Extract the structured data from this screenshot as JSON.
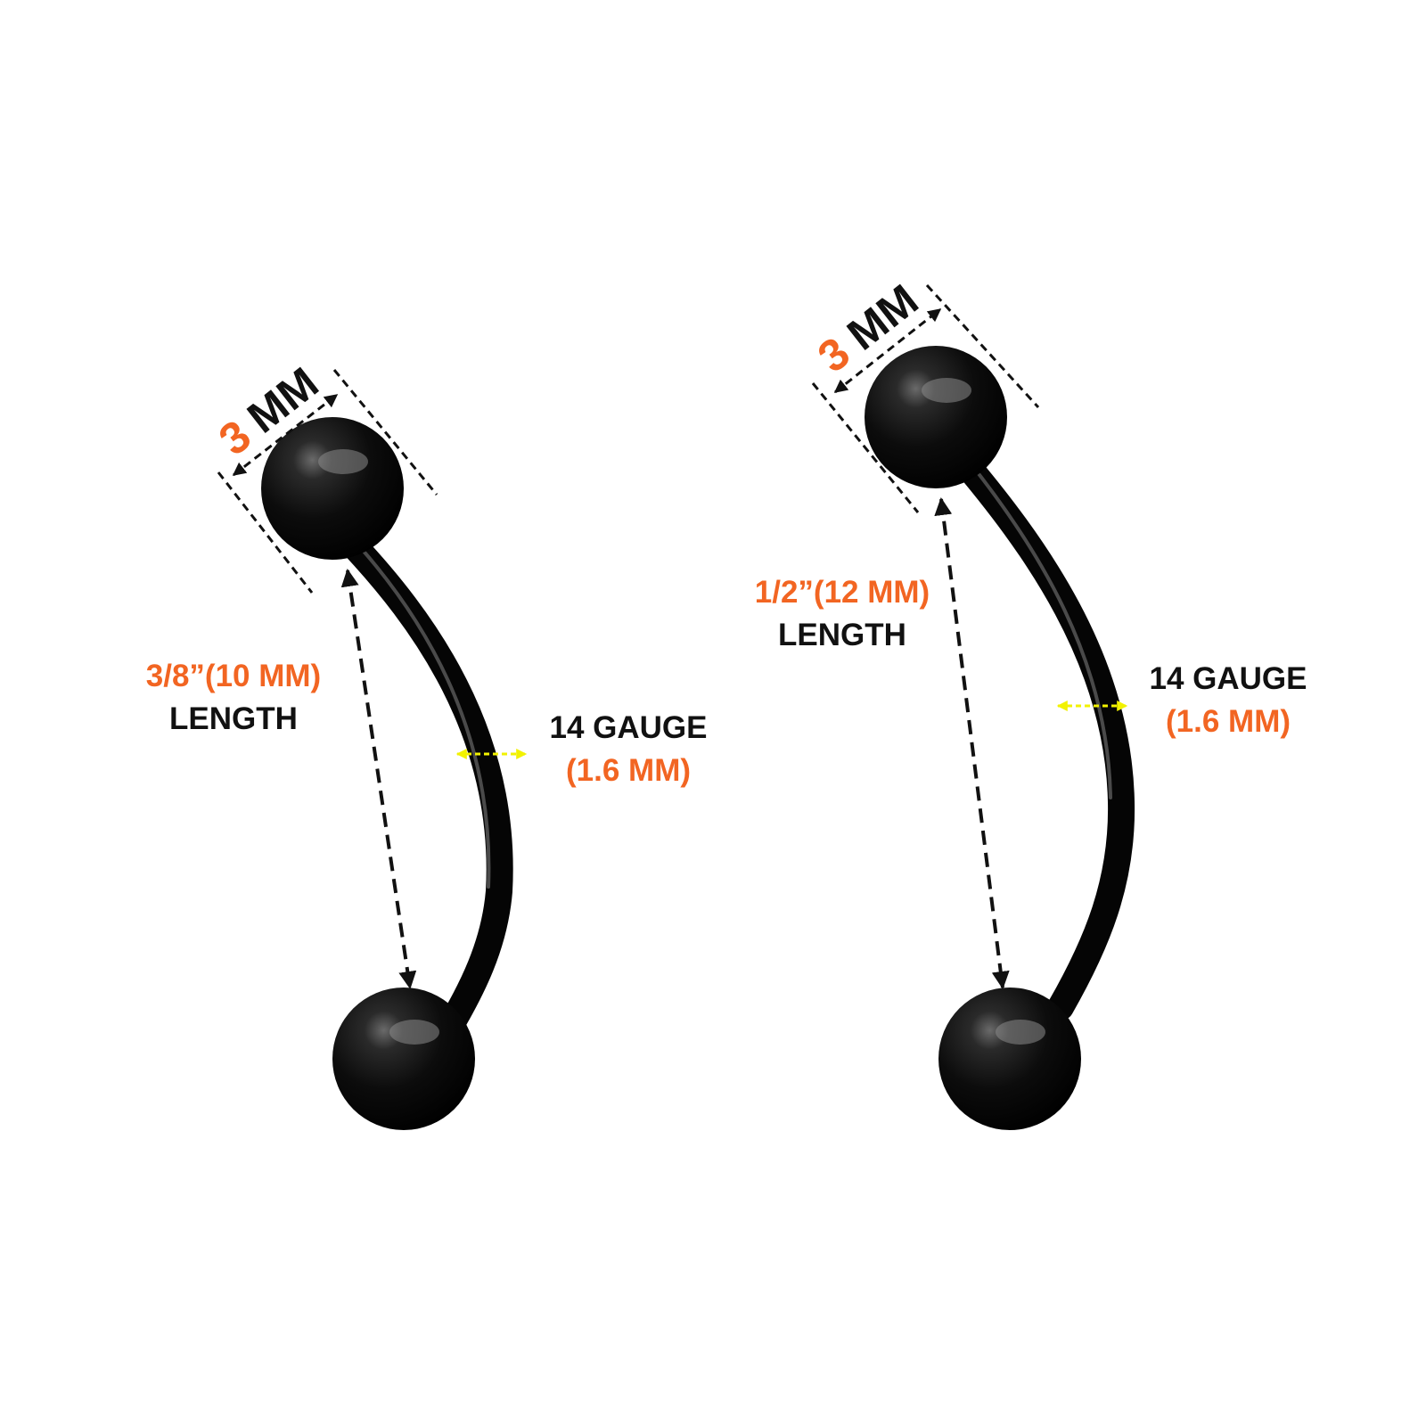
{
  "colors": {
    "accent": "#F26522",
    "text": "#111111",
    "metal": "#0a0a0a",
    "gauge_arrow": "#F2F200",
    "background": "#FFFFFF"
  },
  "left": {
    "ball_number": "3",
    "ball_unit": "MM",
    "length_value": "3/8”(10 MM)",
    "length_label": "LENGTH",
    "gauge_label": "14 GAUGE",
    "gauge_value": "(1.6 MM)"
  },
  "right": {
    "ball_number": "3",
    "ball_unit": "MM",
    "length_value": "1/2”(12 MM)",
    "length_label": "LENGTH",
    "gauge_label": "14 GAUGE",
    "gauge_value": "(1.6 MM)"
  }
}
